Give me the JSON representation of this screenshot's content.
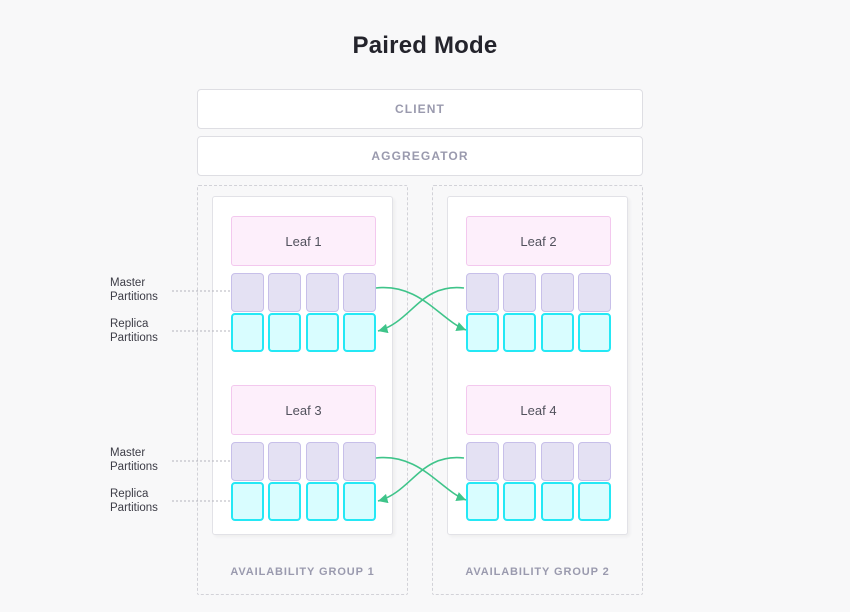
{
  "page": {
    "title": "Paired Mode",
    "background_color": "#f8f8f9"
  },
  "colors": {
    "title_text": "#24242c",
    "bar_text": "#9a9aae",
    "bar_border": "#dedee3",
    "group_border": "#d2d2d8",
    "leaf_fill": "#fdeffb",
    "leaf_border": "#f3c8ee",
    "master_fill": "#e4e1f3",
    "master_border": "#c7bfe9",
    "replica_fill": "#d9fdff",
    "replica_border": "#24e8f5",
    "arrow_green": "#3fc48a",
    "leader_dotted": "#b4b4bd"
  },
  "stack": {
    "client_label": "CLIENT",
    "aggregator_label": "AGGREGATOR"
  },
  "annotations": {
    "master": "Master\nPartitions",
    "master_line1": "Master",
    "master_line2": "Partitions",
    "replica_line1": "Replica",
    "replica_line2": "Partitions"
  },
  "groups": [
    {
      "id": "availability-group-1",
      "label": "AVAILABILITY GROUP 1",
      "leaves": [
        {
          "name": "Leaf 1",
          "master_partitions": [
            "",
            "",
            "",
            ""
          ],
          "replica_partitions": [
            "",
            "",
            "",
            ""
          ]
        },
        {
          "name": "Leaf 3",
          "master_partitions": [
            "",
            "",
            "",
            ""
          ],
          "replica_partitions": [
            "",
            "",
            "",
            ""
          ]
        }
      ]
    },
    {
      "id": "availability-group-2",
      "label": "AVAILABILITY GROUP 2",
      "leaves": [
        {
          "name": "Leaf 2",
          "master_partitions": [
            "",
            "",
            "",
            ""
          ],
          "replica_partitions": [
            "",
            "",
            "",
            ""
          ]
        },
        {
          "name": "Leaf 4",
          "master_partitions": [
            "",
            "",
            "",
            ""
          ],
          "replica_partitions": [
            "",
            "",
            "",
            ""
          ]
        }
      ]
    }
  ],
  "replication_links": [
    {
      "from": "leaf1-master-4",
      "to": "leaf2-replica-1",
      "direction": "right"
    },
    {
      "from": "leaf2-master-1",
      "to": "leaf1-replica-4",
      "direction": "left"
    },
    {
      "from": "leaf3-master-4",
      "to": "leaf4-replica-1",
      "direction": "right"
    },
    {
      "from": "leaf4-master-1",
      "to": "leaf3-replica-4",
      "direction": "left"
    }
  ]
}
